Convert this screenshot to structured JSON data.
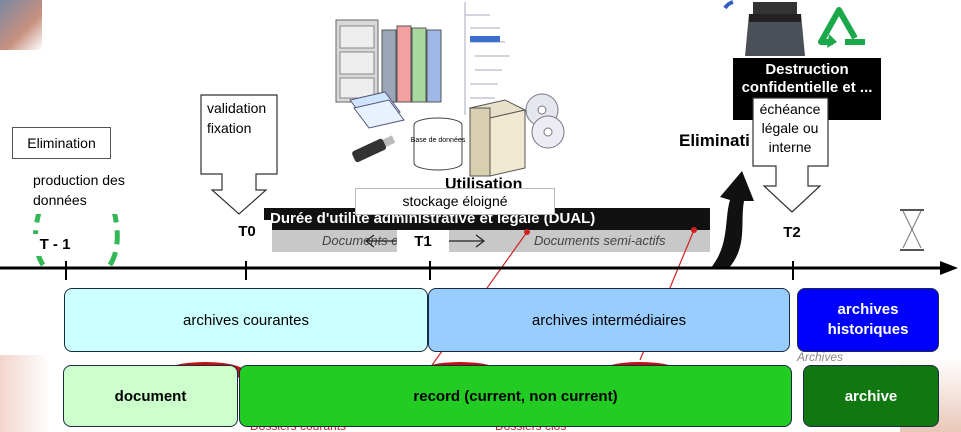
{
  "labels": {
    "elimination_left": "Elimination",
    "production": "production des données",
    "validation": "validation fixation",
    "utilisation": "Utilisation",
    "stockage": "stockage éloigné",
    "duau": "Durée d'utilité administrative et légale (DUAL)",
    "docs_courants": "Documents courants",
    "docs_semi_actifs": "Documents semi-actifs",
    "elimination_right": "Elimination",
    "destruction": "Destruction confidentielle et ...",
    "echeance": "échéance légale ou interne",
    "base_donnees": "Base de données",
    "archives_ghost": "Archives",
    "dossiers_courants": "Dossiers courants",
    "dossiers_clos": "Dossiers clos"
  },
  "markers": {
    "t_minus_1": "T - 1",
    "t0": "T0",
    "t1": "T1",
    "t2": "T2"
  },
  "lanes_top": {
    "courantes": "archives courantes",
    "intermediaires": "archives intermédiaires",
    "historiques": "archives historiques"
  },
  "lanes_bottom": {
    "document": "document",
    "record": "record (current, non current)",
    "archive": "archive"
  },
  "colors": {
    "courantes": "#ccffff",
    "intermediaires": "#99ccff",
    "historiques": "#0000ff",
    "document": "#ccffcc",
    "record": "#22cc22",
    "archive": "#117711",
    "dual_bar": "#111111"
  }
}
